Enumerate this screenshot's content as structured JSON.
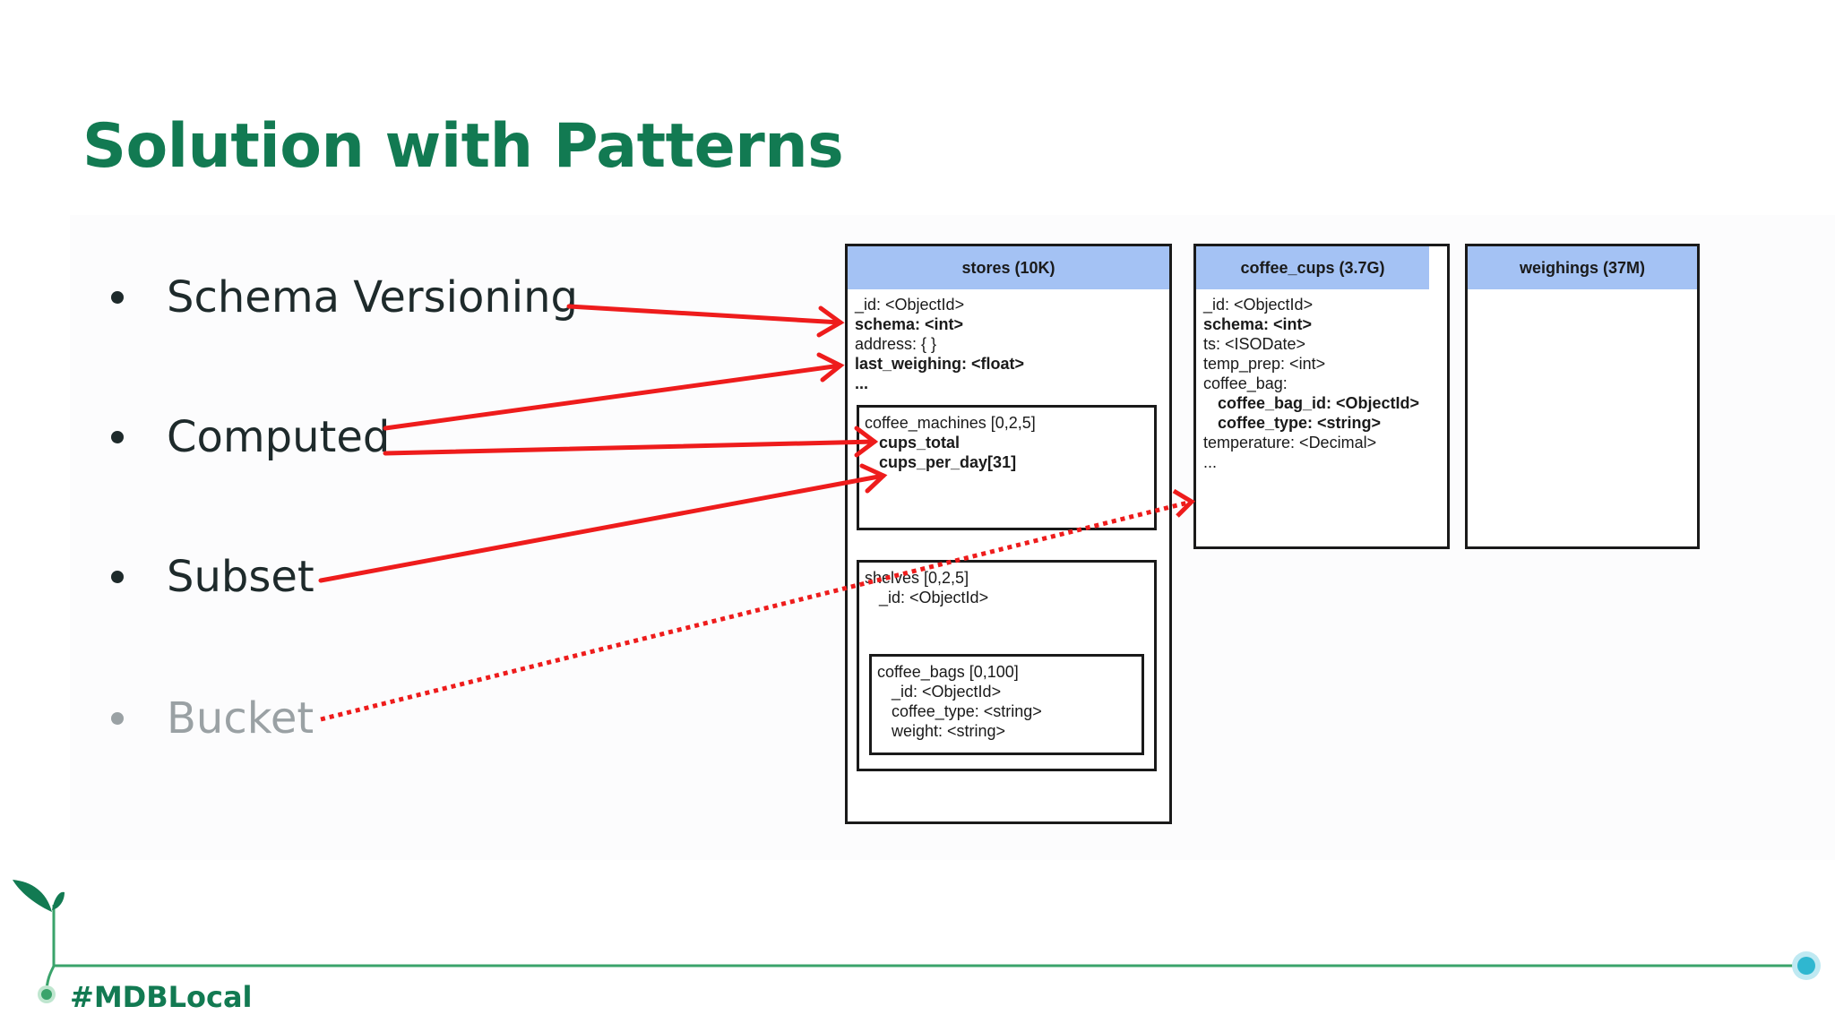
{
  "slide": {
    "title": "Solution with Patterns",
    "hashtag": "#MDBLocal",
    "colors": {
      "title": "#127a52",
      "arrow": "#ee1c1c",
      "header": "#a4c2f4",
      "footer_line": "#3aa36b",
      "footer_dot": "#2fb7d0"
    }
  },
  "bullets": [
    {
      "label": "Schema Versioning"
    },
    {
      "label": "Computed"
    },
    {
      "label": "Subset"
    },
    {
      "label": "Bucket"
    }
  ],
  "stores": {
    "header": "stores (10K)",
    "fields": [
      "_id: <ObjectId>",
      "schema: <int>",
      "address: { }",
      "last_weighing: <float>",
      "..."
    ],
    "coffee_machines": {
      "title": "coffee_machines [0,2,5]",
      "fields": [
        "cups_total",
        "cups_per_day[31]"
      ]
    },
    "shelves": {
      "title": "shelves [0,2,5]",
      "id_field": "_id: <ObjectId>",
      "coffee_bags": {
        "title": "coffee_bags [0,100]",
        "fields": [
          "_id: <ObjectId>",
          "coffee_type: <string>",
          "weight: <string>"
        ]
      }
    }
  },
  "coffee_cups": {
    "header": "coffee_cups (3.7G)",
    "fields": [
      "_id: <ObjectId>",
      "schema: <int>",
      "ts: <ISODate>",
      "temp_prep: <int>",
      "coffee_bag:",
      "coffee_bag_id: <ObjectId>",
      "coffee_type: <string>",
      "temperature: <Decimal>",
      "..."
    ]
  },
  "weighings": {
    "header": "weighings (37M)"
  }
}
